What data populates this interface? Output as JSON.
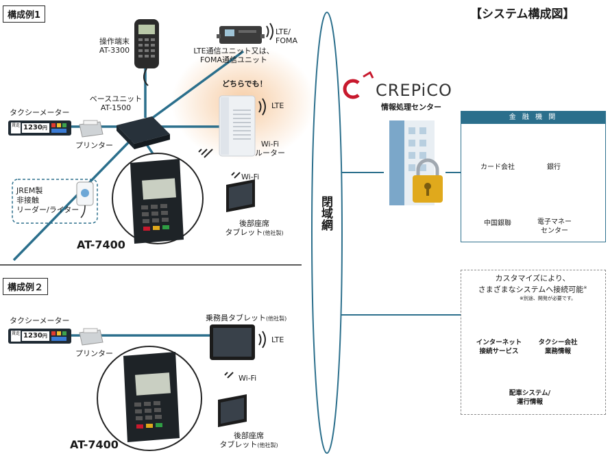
{
  "title": "【システム構成図】",
  "config1": {
    "label": "構成例1"
  },
  "config2": {
    "label": "構成例２"
  },
  "closed_network": "閉域網",
  "devices": {
    "operation_terminal": {
      "line1": "操作端末",
      "line2": "AT-3300"
    },
    "lte_unit": {
      "tag1": "LTE/",
      "tag2": "FOMA",
      "line1": "LTE通信ユニット又は、",
      "line2": "FOMA通信ユニット"
    },
    "either": "どちらでも！",
    "router_lte": "LTE",
    "router": {
      "line1": "Wi-Fi",
      "line2": "ルーター"
    },
    "base_unit": {
      "line1": "ベースユニット",
      "line2": "AT-1500"
    },
    "taxi_meter_1": "タクシーメーター",
    "taxi_meter_2": "タクシーメーター",
    "meter_reading": "1230",
    "meter_unit": "円",
    "meter_tag": "賃走",
    "printer_1": "プリンター",
    "printer_2": "プリンター",
    "jrem": {
      "line1": "JREM製",
      "line2": "非接触",
      "line3": "リーダー/ライター"
    },
    "wifi_1": "Wi-Fi",
    "wifi_2": "Wi-Fi",
    "rear_tablet_1": {
      "line1": "後部座席",
      "line2": "タブレット",
      "note": "(他社製)"
    },
    "rear_tablet_2": {
      "line1": "後部座席",
      "line2": "タブレット",
      "note": "(他社製)"
    },
    "crew_tablet": {
      "line1": "乗務員タブレット",
      "note": "(他社製)"
    },
    "crew_lte": "LTE",
    "at7400_1": "AT-7400",
    "at7400_2": "AT-7400"
  },
  "crepico": {
    "logo_text": "CREPiCO",
    "subtitle": "情報処理センター"
  },
  "financial": {
    "heading": "金 融 機 関",
    "items": [
      "カード会社",
      "銀行",
      "中国銀聯",
      "電子マネー",
      "センター"
    ]
  },
  "custom": {
    "line1": "カスタマイズにより、",
    "line2": "さまざまなシステムへ接続可能",
    "mark": "※",
    "note": "※別途、開発が必要です。",
    "items": [
      {
        "line1": "インターネット",
        "line2": "接続サービス"
      },
      {
        "line1": "タクシー会社",
        "line2": "業務情報"
      },
      {
        "line1": "配車システム/",
        "line2": "運行情報"
      }
    ]
  },
  "colors": {
    "wire": "#2b6f8c",
    "accent": "#c8192d",
    "building": "#7ba7c9",
    "lock": "#e0a91c"
  }
}
